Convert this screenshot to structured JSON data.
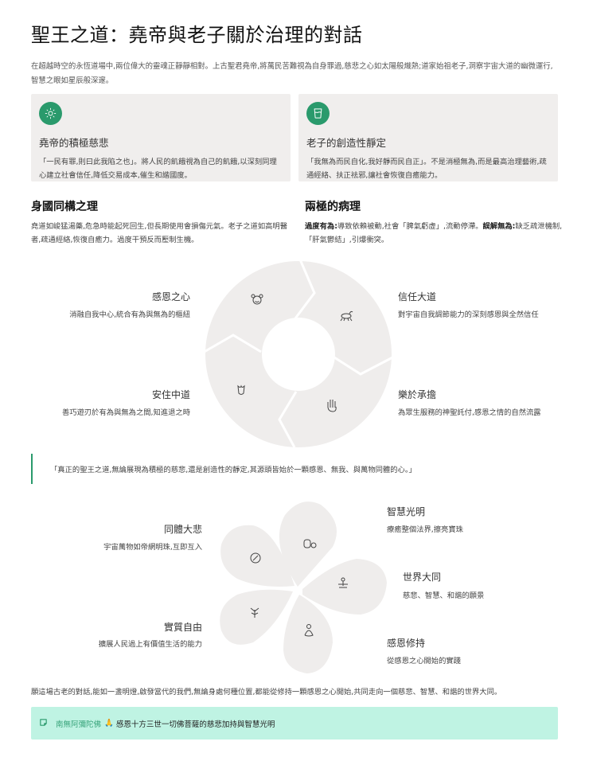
{
  "header": {
    "title": "聖王之道：堯帝與老子關於治理的對話",
    "intro": "在超越時空的永恆道場中,兩位偉大的靈魂正靜靜相對。上古聖君堯帝,將萬民苦難視為自身罪過,慈悲之心如太陽般熾熱;道家始祖老子,洞察宇宙大道的幽微運行,智慧之眼如星辰般深邃。"
  },
  "cards": [
    {
      "icon": "sun-icon",
      "title": "堯帝的積極慈悲",
      "text": "「一民有罪,則曰此我陷之也」。將人民的飢餓視為自己的飢餓,以深刻同理心建立社會信任,降低交易成本,催生和諧國度。"
    },
    {
      "icon": "water-glass-icon",
      "title": "老子的創造性靜定",
      "text": "「我無為而民自化,我好靜而民自正」。不是消極無為,而是最高治理藝術,疏通經絡、扶正祛邪,讓社會恢復自癒能力。"
    }
  ],
  "sections": [
    {
      "title": "身國同構之理",
      "text": "堯道如峻猛湯藥,危急時能起死回生,但長期使用會損傷元氣。老子之道如高明醫者,疏通經絡,恢復自癒力。過度干預反而壓制生機。"
    },
    {
      "title": "兩極的病理",
      "bold1": "過度有為:",
      "text1": "導致依賴被動,社會「脾氣虧虛」,流動停滯。",
      "bold2": "誤解無為:",
      "text2": "缺乏疏泄機制,「肝氣鬱結」,引爆衝突。"
    }
  ],
  "cycle": {
    "items": [
      {
        "title": "感恩之心",
        "desc": "消融自我中心,統合有為與無為的樞紐",
        "icon": "child-face-icon"
      },
      {
        "title": "信任大道",
        "desc": "對宇宙自我調節能力的深刻感恩與全然信任",
        "icon": "ant-icon"
      },
      {
        "title": "安住中道",
        "desc": "善巧遊刃於有為與無為之間,知進退之時",
        "icon": "flower-bud-icon"
      },
      {
        "title": "樂於承擔",
        "desc": "為眾生服務的神聖託付,感恩之情的自然流露",
        "icon": "hand-icon"
      }
    ]
  },
  "quote": "「真正的聖王之道,無論展現為積極的慈悲,還是創造性的靜定,其源頭皆始於一顆感恩、無我、與萬物同體的心。」",
  "petals": {
    "items": [
      {
        "title": "智慧光明",
        "desc": "療癒整個法界,擦亮寶珠",
        "icon": "owl-bulb-icon"
      },
      {
        "title": "世界大同",
        "desc": "慈悲、智慧、和諧的願景",
        "icon": "meditation-icon"
      },
      {
        "title": "感恩修持",
        "desc": "從感恩之心開始的實踐",
        "icon": "praying-person-icon"
      },
      {
        "title": "實質自由",
        "desc": "擴展人民過上有價值生活的能力",
        "icon": "sprout-icon"
      },
      {
        "title": "同體大悲",
        "desc": "宇宙萬物如帝網明珠,互即互入",
        "icon": "compass-icon"
      }
    ]
  },
  "closing": "願這場古老的對話,能如一盞明燈,啟發當代的我們,無論身處何種位置,都能從修持一顆感恩之心開始,共同走向一個慈悲、智慧、和諧的世界大同。",
  "callout": {
    "icon": "note-icon",
    "green_text": "南無阿彌陀佛",
    "emoji": "🙏",
    "text": "感恩十方三世一切佛菩薩的慈悲加持與智慧光明"
  },
  "colors": {
    "accent": "#2a9a6c",
    "card_bg": "#f0eeed",
    "callout_bg": "#bff3e3",
    "shape_fill": "#efedec"
  }
}
